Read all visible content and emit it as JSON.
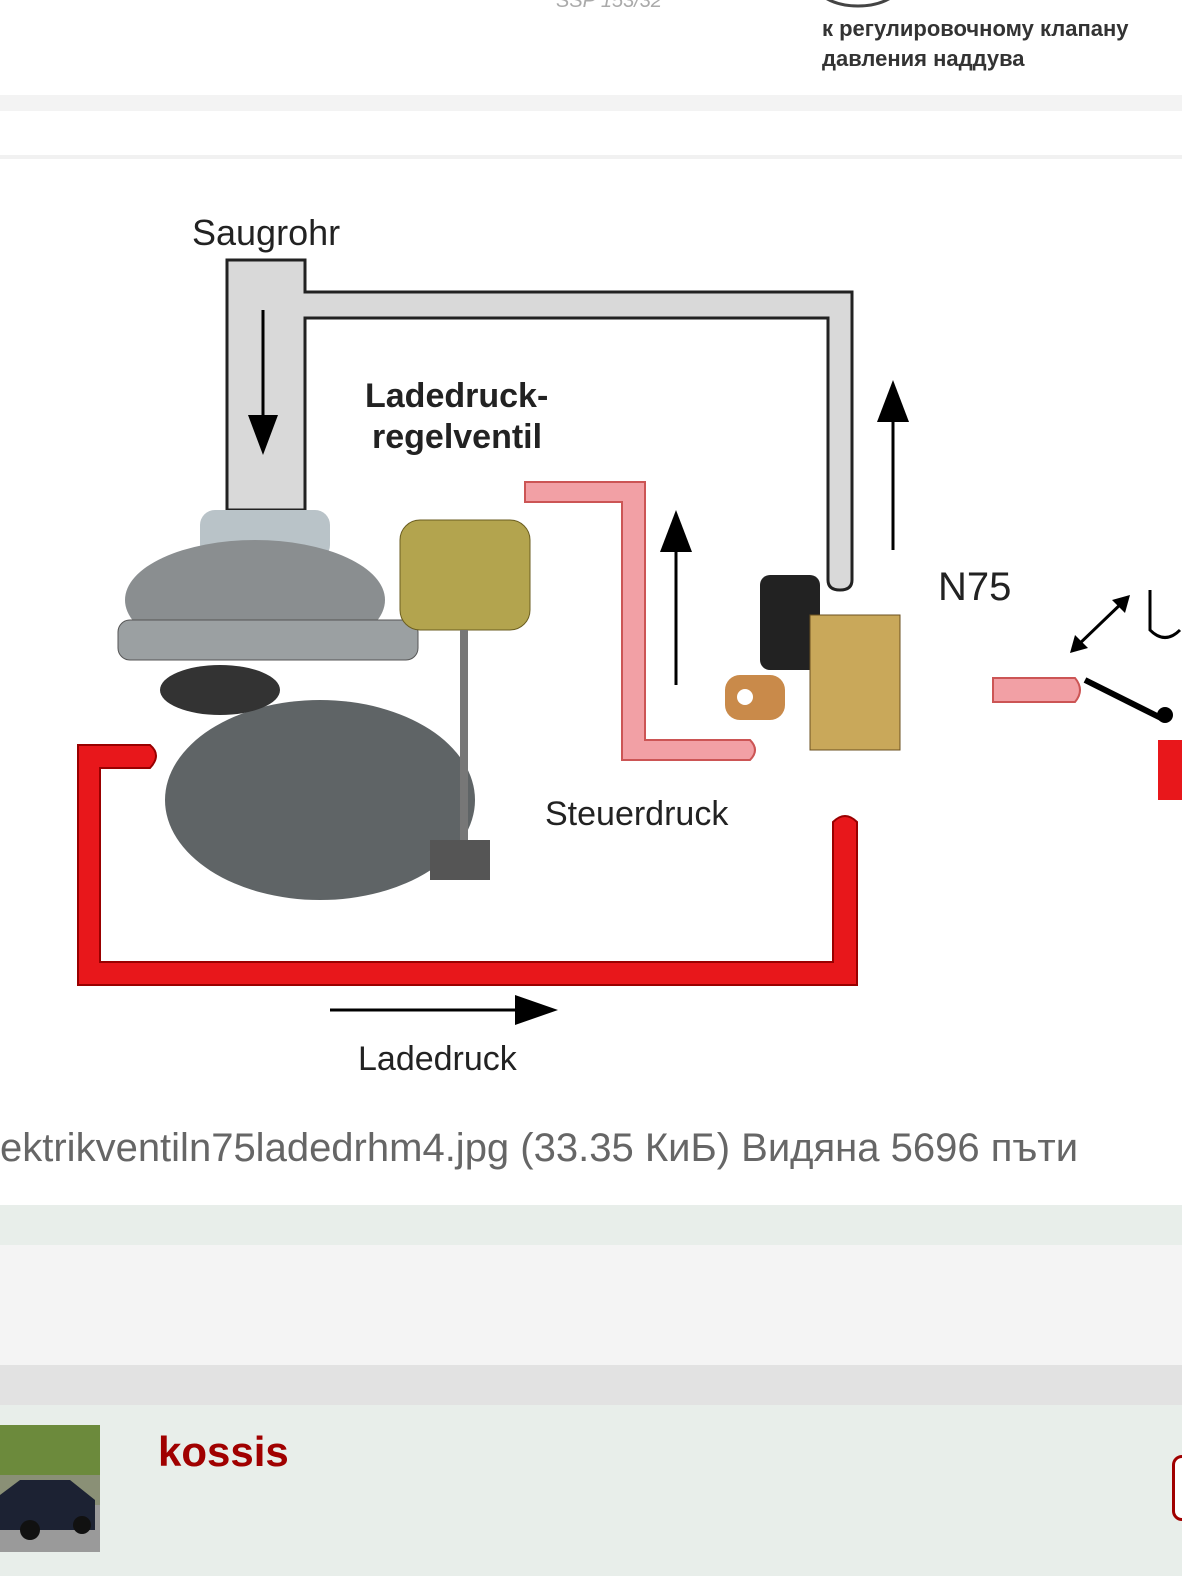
{
  "top_image": {
    "ssp_label": "SSP 153/32",
    "ru_line1": "к регулировочному клапану",
    "ru_line2": "давления наддува"
  },
  "diagram": {
    "saugrohr": "Saugrohr",
    "ladedruck_valve_1": "Ladedruck-",
    "ladedruck_valve_2": "regelventil",
    "n75": "N75",
    "steuerdruck": "Steuerdruck",
    "ladedruck": "Ladedruck",
    "colors": {
      "boost": "#e8171b",
      "control": "#f2a0a5",
      "intake": "#d8d8d8"
    }
  },
  "attachment": {
    "caption": "ektrikventiln75ladedrhm4.jpg (33.35 КиБ) Видяна 5696 пъти"
  },
  "post": {
    "username": "kossis",
    "username_color": "#a00000"
  }
}
